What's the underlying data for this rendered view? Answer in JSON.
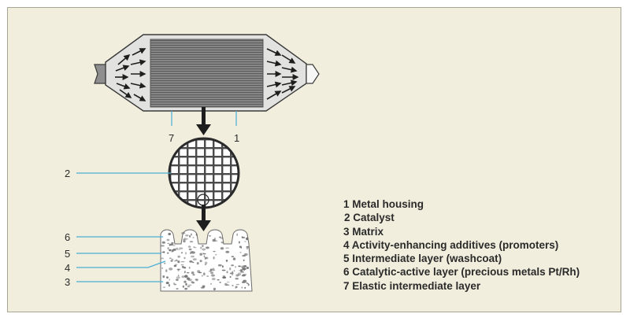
{
  "labels": {
    "l7": "7",
    "l1": "1",
    "l2": "2",
    "l6": "6",
    "l5": "5",
    "l4": "4",
    "l3": "3"
  },
  "legend": [
    "1 Metal housing",
    "2 Catalyst",
    "3 Matrix",
    "4 Activity-enhancing additives (promoters)",
    "5 Intermediate layer (washcoat)",
    "6 Catalytic-active layer (precious metals Pt/Rh)",
    "7 Elastic intermediate layer"
  ],
  "colors": {
    "background": "#f1eedd",
    "leader_line": "#4aaed6",
    "housing_fill": "#e2e2e0",
    "core_fill": "#7d7d7d",
    "text": "#2a2a2a"
  }
}
